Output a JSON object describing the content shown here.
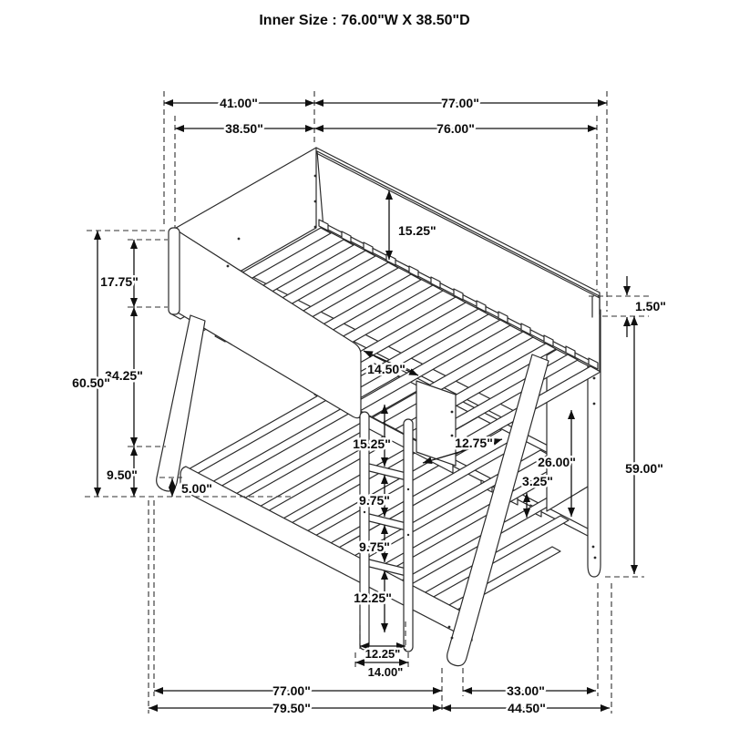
{
  "title": "Inner Size : 76.00\"W X  38.50\"D",
  "drawing": {
    "subject": "twin-over-full bunk bed with ladder",
    "view": "isometric dimensioned line drawing",
    "units": "inches"
  },
  "dims": {
    "top_overall_depth": {
      "text": "41.00\""
    },
    "top_overall_length": {
      "text": "77.00\""
    },
    "top_inner_depth": {
      "text": "38.50\""
    },
    "top_inner_length": {
      "text": "76.00\""
    },
    "upper_rail_height": {
      "text": "17.75\""
    },
    "bunk_gap": {
      "text": "34.25\""
    },
    "overall_height": {
      "text": "60.50\""
    },
    "lower_rail_height": {
      "text": "9.50\""
    },
    "underbed_clearance": {
      "text": "5.00\""
    },
    "upper_guard_inner": {
      "text": "15.25\""
    },
    "upper_lower_offset": {
      "text": "14.50\""
    },
    "ladder_top_gap": {
      "text": "15.25\""
    },
    "rung_gap_upper": {
      "text": "9.75\""
    },
    "rung_gap_lower": {
      "text": "9.75\""
    },
    "ladder_bottom_gap": {
      "text": "12.25\""
    },
    "ladder_inner_width": {
      "text": "12.25\""
    },
    "ladder_outer_width": {
      "text": "14.00\""
    },
    "guard_to_leg": {
      "text": "12.75\""
    },
    "lower_slat_lip": {
      "text": "3.25\""
    },
    "footboard_height": {
      "text": "26.00\""
    },
    "rail_to_leg_top": {
      "text": "1.50\""
    },
    "leg_height": {
      "text": "59.00\""
    },
    "bottom_inner_length": {
      "text": "77.00\""
    },
    "bottom_right_inner": {
      "text": "33.00\""
    },
    "bottom_outer_length": {
      "text": "79.50\""
    },
    "bottom_right_outer": {
      "text": "44.50\""
    }
  }
}
